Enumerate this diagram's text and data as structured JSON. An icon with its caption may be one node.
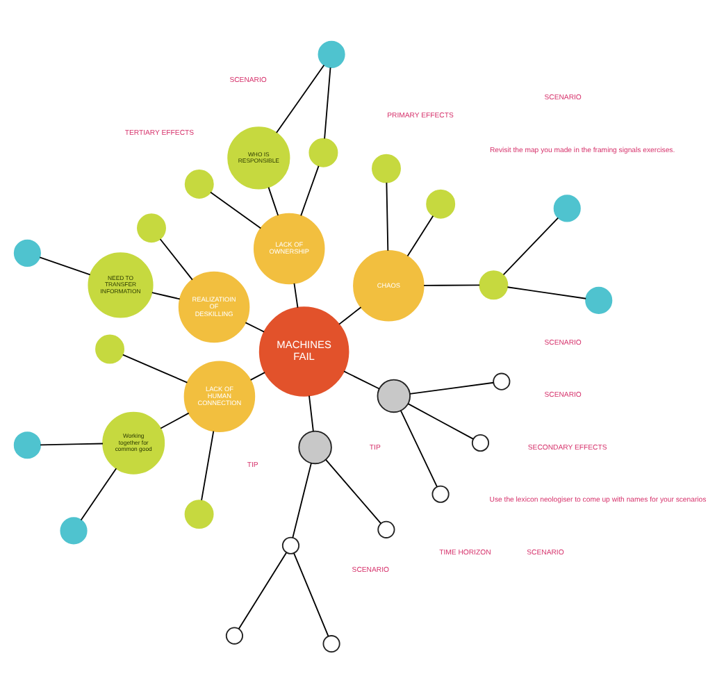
{
  "diagram": {
    "nodes": [
      {
        "text": [
          "MACHINES FAIL"
        ]
      },
      {
        "text": [
          "CHAOS"
        ]
      },
      {
        "text": [
          "LACK OF OWNERSHIP"
        ]
      },
      {
        "text": [
          "REALIZATIOIN OF DESKILLING"
        ]
      },
      {
        "text": [
          "LACK OF HUMAN CONNECTION"
        ]
      },
      {
        "text": [],
        "shape": "circle"
      },
      {
        "text": [],
        "shape": "circle"
      },
      {
        "text": [],
        "shape": "circle"
      },
      {
        "text": [],
        "shape": "circle"
      },
      {
        "text": [],
        "shape": "circle"
      },
      {
        "text": [],
        "shape": "circle"
      },
      {
        "text": [
          "WHO IS RESPONSIBLE"
        ]
      },
      {
        "text": [],
        "shape": "circle"
      },
      {
        "text": [],
        "shape": "circle"
      },
      {
        "text": [
          "NEED TO TRANSFER INFORMATION"
        ]
      },
      {
        "text": [],
        "shape": "circle"
      },
      {
        "text": [
          "Working together for common good"
        ]
      },
      {
        "text": [],
        "shape": "circle"
      },
      {
        "text": [],
        "shape": "circle"
      },
      {
        "text": [],
        "shape": "circle"
      },
      {
        "text": [],
        "shape": "circle"
      },
      {
        "text": [],
        "shape": "circle"
      },
      {
        "text": [],
        "shape": "circle"
      },
      {
        "text": [],
        "shape": "circle"
      },
      {
        "text": [],
        "shape": "circle"
      },
      {
        "text": [],
        "shape": "circle"
      },
      {
        "text": [],
        "shape": "circle"
      },
      {
        "text": [],
        "shape": "circle"
      },
      {
        "text": [],
        "shape": "circle"
      },
      {
        "text": [],
        "shape": "circle"
      },
      {
        "text": [],
        "shape": "circle"
      }
    ],
    "edges": [
      {
        "from": 0,
        "to": 1,
        "arrow": "none"
      },
      {
        "from": 0,
        "to": 2,
        "arrow": "none"
      },
      {
        "from": 0,
        "to": 3,
        "arrow": "none"
      },
      {
        "from": 0,
        "to": 4,
        "arrow": "none"
      },
      {
        "from": 0,
        "to": 5,
        "arrow": "none"
      },
      {
        "from": 0,
        "to": 6,
        "arrow": "none"
      },
      {
        "from": 1,
        "to": 7,
        "arrow": "none"
      },
      {
        "from": 1,
        "to": 8,
        "arrow": "none"
      },
      {
        "from": 1,
        "to": 9,
        "arrow": "none"
      },
      {
        "from": 2,
        "to": 10,
        "arrow": "none"
      },
      {
        "from": 2,
        "to": 11,
        "arrow": "none"
      },
      {
        "from": 2,
        "to": 12,
        "arrow": "none"
      },
      {
        "from": 3,
        "to": 13,
        "arrow": "none"
      },
      {
        "from": 3,
        "to": 14,
        "arrow": "none"
      },
      {
        "from": 4,
        "to": 15,
        "arrow": "none"
      },
      {
        "from": 4,
        "to": 16,
        "arrow": "none"
      },
      {
        "from": 4,
        "to": 17,
        "arrow": "none"
      },
      {
        "from": 7,
        "to": 18,
        "arrow": "none"
      },
      {
        "from": 7,
        "to": 19,
        "arrow": "none"
      },
      {
        "from": 10,
        "to": 20,
        "arrow": "none"
      },
      {
        "from": 11,
        "to": 20,
        "arrow": "none"
      },
      {
        "from": 14,
        "to": 21,
        "arrow": "none"
      },
      {
        "from": 16,
        "to": 22,
        "arrow": "none"
      },
      {
        "from": 16,
        "to": 23,
        "arrow": "none"
      },
      {
        "from": 5,
        "to": 24,
        "arrow": "none"
      },
      {
        "from": 5,
        "to": 25,
        "arrow": "none"
      },
      {
        "from": 24,
        "to": 26,
        "arrow": "none"
      },
      {
        "from": 24,
        "to": 27,
        "arrow": "none"
      },
      {
        "from": 6,
        "to": 28,
        "arrow": "none"
      },
      {
        "from": 6,
        "to": 29,
        "arrow": "none"
      },
      {
        "from": 6,
        "to": 30,
        "arrow": "none"
      }
    ],
    "labels": [
      "SCENARIO",
      "TERTIARY EFFECTS",
      "SCENARIO",
      "SECONDARY EFFECTS",
      "SCENARIO",
      "PRIMARY EFFECTS",
      "SCENARIO",
      "SCENARIO",
      "SCENARIO",
      "TIP",
      "Revisit the map you made in the framing signals exercises.",
      "TIP",
      "Use the lexicon neologiser to come up with names for your scenarios",
      "TIME HORIZON"
    ]
  }
}
